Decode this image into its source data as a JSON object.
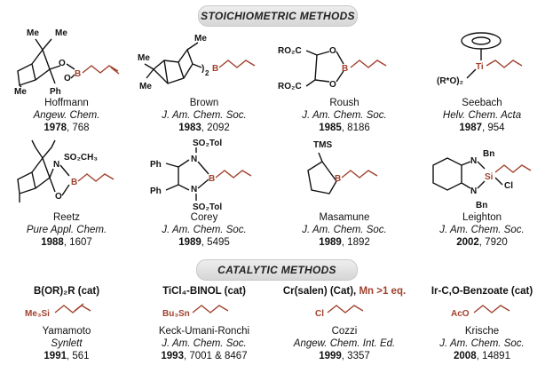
{
  "headers": {
    "stoichiometric": "STOICHIOMETRIC METHODS",
    "catalytic": "CATALYTIC METHODS"
  },
  "stoich": [
    {
      "author": "Hoffmann",
      "journal": "Angew. Chem.",
      "year": "1978",
      "pages": ", 768"
    },
    {
      "author": "Brown",
      "journal": "J. Am. Chem. Soc.",
      "year": "1983",
      "pages": ", 2092"
    },
    {
      "author": "Roush",
      "journal": "J. Am. Chem. Soc.",
      "year": "1985",
      "pages": ", 8186"
    },
    {
      "author": "Seebach",
      "journal": "Helv. Chem. Acta",
      "year": "1987",
      "pages": ", 954"
    },
    {
      "author": "Reetz",
      "journal": "Pure Appl. Chem.",
      "year": "1988",
      "pages": ", 1607"
    },
    {
      "author": "Corey",
      "journal": "J. Am. Chem. Soc.",
      "year": "1989",
      "pages": ", 5495"
    },
    {
      "author": "Masamune",
      "journal": "J. Am. Chem. Soc.",
      "year": "1989",
      "pages": ", 1892"
    },
    {
      "author": "Leighton",
      "journal": "J. Am. Chem. Soc.",
      "year": "2002",
      "pages": ", 7920"
    }
  ],
  "catalytic": [
    {
      "reagent": "B(OR)₂R (cat)",
      "extra": "",
      "group": "Me₃Si",
      "author": "Yamamoto",
      "journal": "Synlett",
      "year": "1991",
      "pages": ", 561"
    },
    {
      "reagent": "TiCl₄-BINOL (cat)",
      "extra": "",
      "group": "Bu₃Sn",
      "author": "Keck-Umani-Ronchi",
      "journal": "J. Am. Chem. Soc.",
      "year": "1993",
      "pages": ", 7001 & 8467"
    },
    {
      "reagent": "Cr(salen) (Cat),",
      "extra": " Mn >1 eq.",
      "group": "Cl",
      "author": "Cozzi",
      "journal": "Angew. Chem. Int. Ed.",
      "year": "1999",
      "pages": ", 3357"
    },
    {
      "reagent": "Ir-C,O-Benzoate (cat)",
      "extra": "",
      "group": "AcO",
      "author": "Krische",
      "journal": "J. Am. Chem. Soc.",
      "year": "2008",
      "pages": ", 14891"
    }
  ],
  "atoms": {
    "hoffmann": {
      "me1": "Me",
      "me2": "Me",
      "me3": "Me",
      "o1": "O",
      "o2": "O",
      "ph": "Ph",
      "b": "B"
    },
    "brown": {
      "b": "B",
      "sub": "2"
    },
    "roush": {
      "r1": "RO₂C",
      "r2": "RO₂C",
      "o1": "O",
      "o2": "O",
      "b": "B"
    },
    "seebach": {
      "ti": "Ti",
      "ro": "(R*O)₂"
    },
    "reetz": {
      "n": "N",
      "so": "SO₂CH₃",
      "o": "O",
      "b": "B"
    },
    "corey": {
      "so1": "SO₂Tol",
      "so2": "SO₂Tol",
      "n1": "N",
      "n2": "N",
      "ph1": "Ph",
      "ph2": "Ph",
      "b": "B"
    },
    "masamune": {
      "tms": "TMS",
      "b": "B"
    },
    "leighton": {
      "bn1": "Bn",
      "bn2": "Bn",
      "n1": "N",
      "n2": "N",
      "si": "Si",
      "cl": "Cl"
    }
  }
}
